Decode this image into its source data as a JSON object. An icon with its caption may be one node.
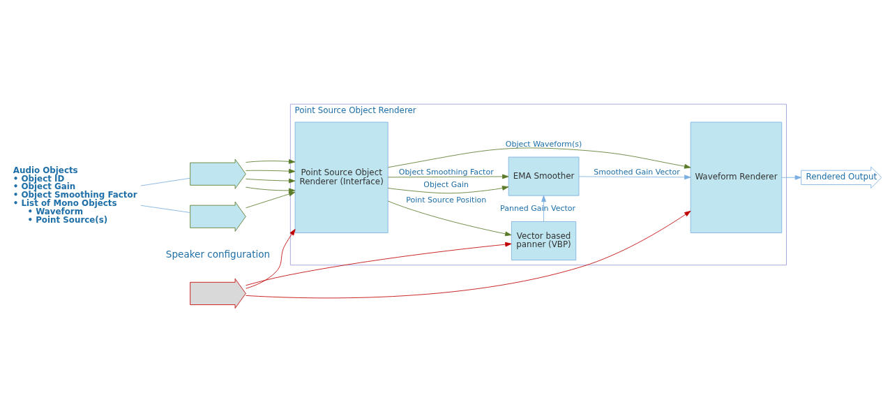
{
  "diagram": {
    "nodes": [
      {
        "text": [
          "Audio Objects",
          "• Object ID",
          "• Object Gain",
          "• Object Smoothing Factor",
          "• List of Mono Objects",
          "• Waveform",
          "• Point Source(s)"
        ]
      },
      {
        "text": [],
        "shape": "arrow"
      },
      {
        "text": [],
        "shape": "arrow"
      },
      {
        "text": [],
        "shape": "arrow",
        "beside": [
          "Speaker configuration"
        ]
      },
      {
        "text": [
          "Point Source Object Renderer"
        ]
      },
      {
        "text": [
          "Point Source Object Renderer (Interface)"
        ],
        "in": 4
      },
      {
        "text": [
          "EMA Smoother"
        ],
        "in": 4
      },
      {
        "text": [
          "Vector based panner (VBP)"
        ],
        "in": 4
      },
      {
        "text": [
          "Waveform Renderer"
        ],
        "in": 4
      },
      {
        "text": [
          "Rendered Output"
        ]
      }
    ],
    "edges": [
      {
        "from": 0,
        "to": 1,
        "arrow": "none",
        "color": "#7aaee0"
      },
      {
        "from": 0,
        "to": 2,
        "arrow": "none",
        "color": "#7aaee0"
      },
      {
        "from": 1,
        "to": 5,
        "arrow": "to"
      },
      {
        "from": 1,
        "to": 5,
        "arrow": "to"
      },
      {
        "from": 1,
        "to": 5,
        "arrow": "to"
      },
      {
        "from": 1,
        "to": 5,
        "arrow": "to"
      },
      {
        "from": 2,
        "to": 5,
        "arrow": "to"
      },
      {
        "from": 3,
        "to": 5,
        "arrow": "to",
        "color": "#c00000"
      },
      {
        "from": 3,
        "to": 7,
        "arrow": "to",
        "color": "#c00000"
      },
      {
        "from": 3,
        "to": 8,
        "arrow": "to",
        "color": "#c00000"
      },
      {
        "from": 5,
        "to": 8,
        "arrow": "to",
        "label": "Object Waveform(s)"
      },
      {
        "from": 5,
        "to": 6,
        "arrow": "to",
        "label": "Object Gain"
      },
      {
        "from": 5,
        "to": 6,
        "arrow": "to",
        "label": "Object Smoothing Factor"
      },
      {
        "from": 5,
        "to": 7,
        "arrow": "to",
        "label": "Point Source Position"
      },
      {
        "from": 7,
        "to": 6,
        "arrow": "to",
        "label": "Panned Gain Vector",
        "color": "#7aaee0"
      },
      {
        "from": 6,
        "to": 8,
        "arrow": "to",
        "label": "Smoothed Gain Vector",
        "color": "#7aaee0"
      },
      {
        "from": 8,
        "to": 9,
        "arrow": "to",
        "color": "#7aaee0"
      }
    ]
  }
}
